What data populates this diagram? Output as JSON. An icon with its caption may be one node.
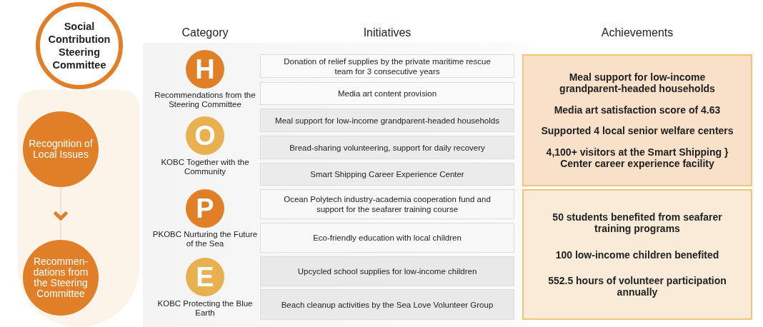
{
  "diagram": {
    "nodes": [
      {
        "text": [],
        "shape": "box"
      },
      {
        "text": [
          "Social Contribution Steering Committee"
        ]
      },
      {
        "text": [
          "Recognition of Local Issues"
        ],
        "in": 0
      },
      {
        "text": [
          "Recommen-dations from the Steering Committee"
        ],
        "in": 0
      },
      {
        "text": [
          "H"
        ],
        "beside": [
          "Recommendations from the Steering Committee"
        ]
      },
      {
        "text": [
          "O"
        ],
        "beside": [
          "KOBC Together with the Community"
        ]
      },
      {
        "text": [
          "P"
        ],
        "beside": [
          "PKOBC Nurturing the Future of the Sea"
        ]
      },
      {
        "text": [
          "E"
        ],
        "beside": [
          "KOBC Protecting the Blue Earth"
        ]
      },
      {
        "text": [
          "Donation of relief supplies by the private maritime rescue team for 3 consecutive years"
        ]
      },
      {
        "text": [
          "Media art content provision"
        ]
      },
      {
        "text": [
          "Meal support for low-income grandparent-headed households"
        ]
      },
      {
        "text": [
          "Bread-sharing volunteering, support for daily recovery"
        ]
      },
      {
        "text": [
          "Smart Shipping Career Experience Center"
        ]
      },
      {
        "text": [
          "Ocean Polytech industry-academia cooperation fund and support for the seafarer training course"
        ]
      },
      {
        "text": [
          "Eco-friendly education with local children"
        ]
      },
      {
        "text": [
          "Upcycled school supplies for low-income children"
        ]
      },
      {
        "text": [
          "Beach cleanup activities by the Sea Love Volunteer Group"
        ]
      },
      {
        "text": [
          "Meal support for low-income grandparent-headed households",
          "Media art satisfaction score of 4.63",
          "Supported 4 local senior welfare centers",
          "4,100+ visitors at the Smart Shipping } Center career experience facility"
        ]
      },
      {
        "text": [
          "50 students benefited from seafarer training programs",
          "100 low-income children benefited",
          "552.5 hours of volunteer participation annually"
        ]
      }
    ],
    "edges": [
      {
        "from": 2,
        "to": 3,
        "arrow": "to"
      }
    ],
    "labels": [
      "Category",
      "Initiatives",
      "Achievements"
    ]
  }
}
